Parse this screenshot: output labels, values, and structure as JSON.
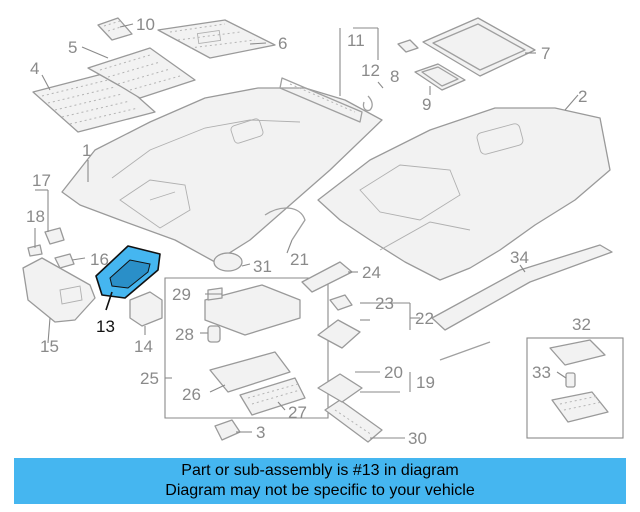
{
  "callouts": {
    "c1": "1",
    "c2": "2",
    "c3": "3",
    "c4": "4",
    "c5": "5",
    "c6": "6",
    "c7": "7",
    "c8": "8",
    "c9": "9",
    "c10": "10",
    "c11": "11",
    "c12": "12",
    "c13": "13",
    "c14": "14",
    "c15": "15",
    "c16": "16",
    "c17": "17",
    "c18": "18",
    "c19": "19",
    "c20": "20",
    "c21": "21",
    "c22": "22",
    "c23": "23",
    "c24": "24",
    "c25": "25",
    "c26": "26",
    "c27": "27",
    "c28": "28",
    "c29": "29",
    "c30": "30",
    "c31": "31",
    "c32": "32",
    "c33": "33",
    "c34": "34"
  },
  "highlight": {
    "part_number": "13",
    "color": "#45b6f0"
  },
  "banner": {
    "line1": "Part or sub-assembly is #13 in diagram",
    "line2": "Diagram may not be specific to your vehicle",
    "background": "#45b6f0"
  }
}
